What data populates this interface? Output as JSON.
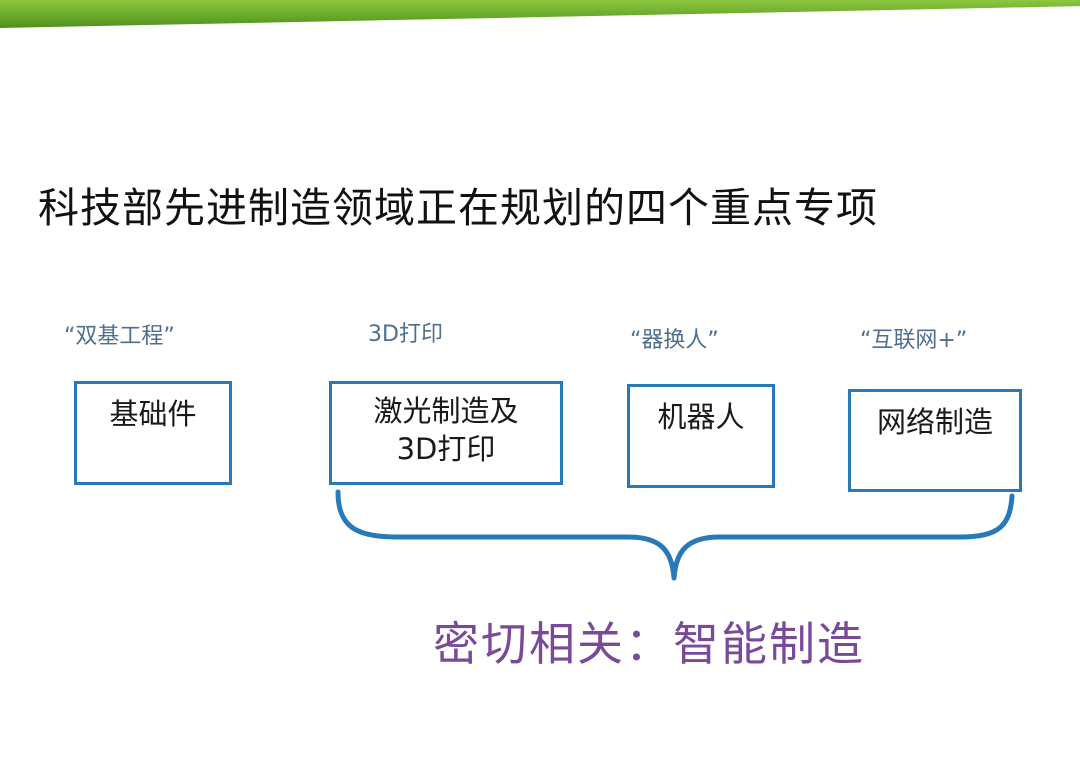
{
  "title": "科技部先进制造领域正在规划的四个重点专项",
  "categories": [
    {
      "label": "“双基工程”",
      "box_text": "基础件"
    },
    {
      "label": "3D打印",
      "box_text": "激光制造及\n3D打印"
    },
    {
      "label": "“器换人”",
      "box_text": "机器人"
    },
    {
      "label": "“互联网+”",
      "box_text": "网络制造"
    }
  ],
  "conclusion": "密切相关：智能制造",
  "colors": {
    "box_border": "#2779b8",
    "brace": "#2779b8",
    "conclusion": "#7a4a9a",
    "label": "#4f6f8f",
    "top_bar": "#6aaa2a"
  }
}
